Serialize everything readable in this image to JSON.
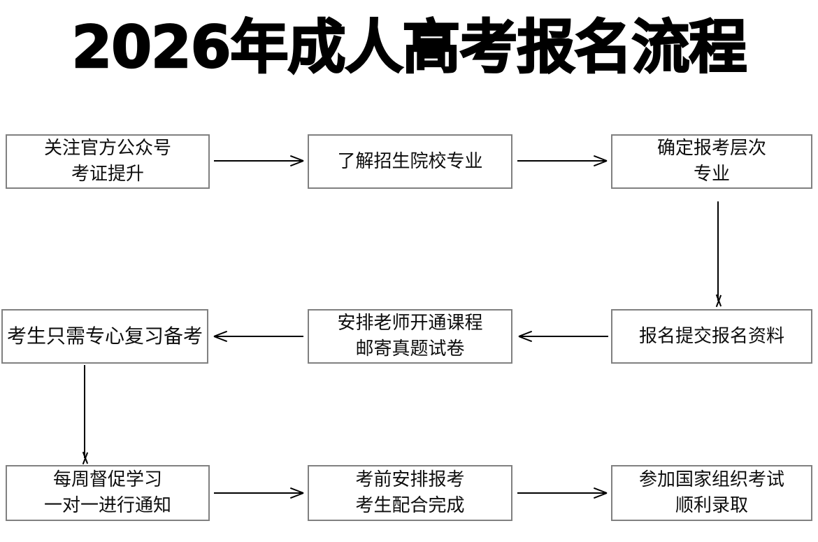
{
  "page": {
    "title": "2026年成人高考报名流程",
    "background_color": "#ffffff",
    "box_border_color": "#808080",
    "text_color": "#0d0d0d",
    "arrow_color": "#000000"
  },
  "flowchart": {
    "type": "process-flow",
    "layout": "3x3 serpentine grid",
    "nodes": [
      {
        "id": "n1",
        "order": 1,
        "lines": [
          "关注官方公众号",
          "考证提升"
        ]
      },
      {
        "id": "n2",
        "order": 2,
        "lines": [
          "了解招生院校专业"
        ]
      },
      {
        "id": "n3",
        "order": 3,
        "lines": [
          "确定报考层次",
          "专业"
        ]
      },
      {
        "id": "n4",
        "order": 4,
        "lines": [
          "报名提交报名资料"
        ]
      },
      {
        "id": "n5",
        "order": 5,
        "lines": [
          "安排老师开通课程",
          "邮寄真题试卷"
        ]
      },
      {
        "id": "n6",
        "order": 6,
        "lines": [
          "考生只需专心复习备考"
        ]
      },
      {
        "id": "n7",
        "order": 7,
        "lines": [
          "每周督促学习",
          "一对一进行通知"
        ]
      },
      {
        "id": "n8",
        "order": 8,
        "lines": [
          "考前安排报考",
          "考生配合完成"
        ]
      },
      {
        "id": "n9",
        "order": 9,
        "lines": [
          "参加国家组织考试",
          "顺利录取"
        ]
      }
    ],
    "edges": [
      {
        "from": "n1",
        "to": "n2",
        "direction": "right"
      },
      {
        "from": "n2",
        "to": "n3",
        "direction": "right"
      },
      {
        "from": "n3",
        "to": "n4",
        "direction": "down"
      },
      {
        "from": "n4",
        "to": "n5",
        "direction": "left"
      },
      {
        "from": "n5",
        "to": "n6",
        "direction": "left"
      },
      {
        "from": "n6",
        "to": "n7",
        "direction": "down"
      },
      {
        "from": "n7",
        "to": "n8",
        "direction": "right"
      },
      {
        "from": "n8",
        "to": "n9",
        "direction": "right"
      }
    ]
  }
}
